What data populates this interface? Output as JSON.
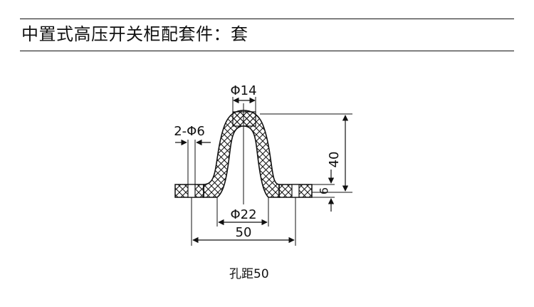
{
  "header": {
    "title": "中置式高压开关柜配套件：套"
  },
  "drawing": {
    "dimensions": {
      "top_diameter": "Φ14",
      "hole_diameter": "2-Φ6",
      "height": "40",
      "flange_thickness": "6",
      "bottom_diameter": "Φ22",
      "hole_span": "50"
    }
  },
  "caption": "孔距50"
}
